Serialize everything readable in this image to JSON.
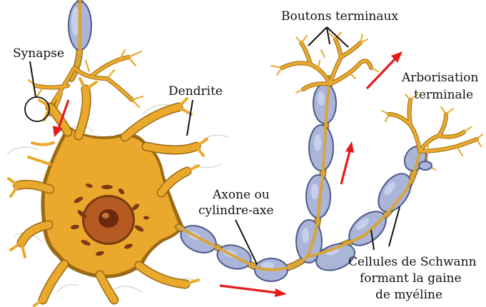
{
  "labels": {
    "synapse": "Synapse",
    "dendrite": "Dendrite",
    "boutons": "Boutons terminaux",
    "arborisation_line1": "Arborisation",
    "arborisation_line2": "terminale",
    "axone_line1": "Axone ou",
    "axone_line2": "cylindre-axe",
    "schwann_line1": "Cellules de Schwann",
    "schwann_line2": "formant la gaine",
    "schwann_line3": "de myéline"
  },
  "colors": {
    "neuron": "#eaa82c",
    "neuron_edge": "#9b6a14",
    "myelin": "#aab5d8",
    "arrow": "#e21b1b",
    "nucleus": "#a24e1e"
  }
}
